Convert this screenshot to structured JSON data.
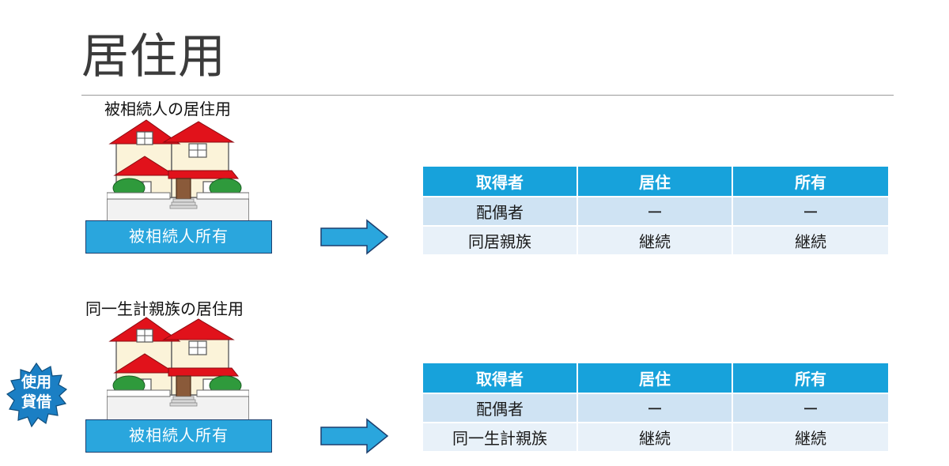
{
  "page": {
    "title": "居住用"
  },
  "sections": [
    {
      "caption": "被相続人の居住用",
      "owner_label": "被相続人所有",
      "table": {
        "headers": [
          "取得者",
          "居住",
          "所有"
        ],
        "rows": [
          [
            "配偶者",
            "ー",
            "ー"
          ],
          [
            "同居親族",
            "継続",
            "継続"
          ]
        ]
      }
    },
    {
      "caption": "同一生計親族の居住用",
      "owner_label": "被相続人所有",
      "badge": [
        "使用",
        "貸借"
      ],
      "table": {
        "headers": [
          "取得者",
          "居住",
          "所有"
        ],
        "rows": [
          [
            "配偶者",
            "ー",
            "ー"
          ],
          [
            "同一生計親族",
            "継続",
            "継続"
          ]
        ]
      }
    }
  ],
  "colors": {
    "header_blue": "#17a2db",
    "row_light": "#cfe3f3",
    "row_lighter": "#e8f1f9",
    "owner_box": "#2aa6dd",
    "badge": "#1b7fc4",
    "roof_red": "#e1121b"
  },
  "icons": [
    "house-illustration",
    "right-arrow-icon",
    "starburst-badge"
  ]
}
